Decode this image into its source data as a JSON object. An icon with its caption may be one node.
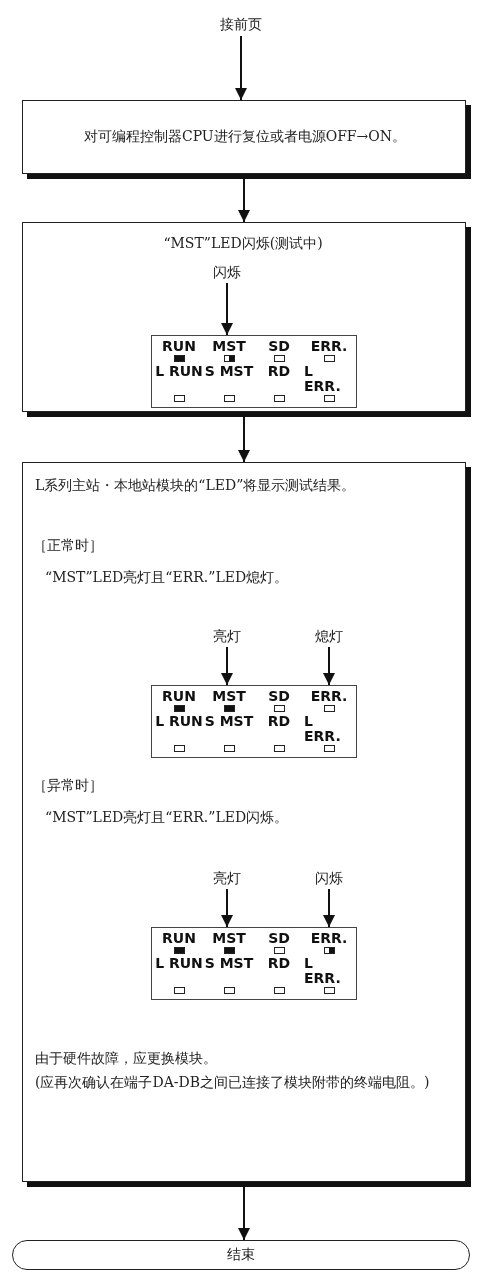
{
  "diagram": {
    "nodes": [
      {
        "text": [
          "接前页"
        ]
      },
      {
        "text": [
          "对可编程控制器CPU进行复位或者电源OFF→ON。"
        ]
      },
      {
        "text": [
          "“MST”LED闪烁(测试中)"
        ]
      },
      {
        "text": [
          "闪烁"
        ],
        "in": 2
      },
      {
        "text": [
          "RUN",
          "MST",
          "SD",
          "ERR.",
          "L RUN",
          "S MST",
          "RD",
          "L ERR."
        ],
        "in": 2
      },
      {
        "text": [
          "L系列主站・本地站模块的“LED”将显示测试结果。",
          "［正常时］",
          "“MST”LED亮灯且“ERR.”LED熄灯。",
          "［异常时］",
          "“MST”LED亮灯且“ERR.”LED闪烁。",
          "由于硬件故障，应更换模块。",
          "(应再次确认在端子DA-DB之间已连接了模块附带的终端电阻。)"
        ]
      },
      {
        "text": [
          "亮灯"
        ],
        "in": 5
      },
      {
        "text": [
          "熄灯"
        ],
        "in": 5
      },
      {
        "text": [
          "RUN",
          "MST",
          "SD",
          "ERR.",
          "L RUN",
          "S MST",
          "RD",
          "L ERR."
        ],
        "in": 5
      },
      {
        "text": [
          "亮灯"
        ],
        "in": 5
      },
      {
        "text": [
          "闪烁"
        ],
        "in": 5
      },
      {
        "text": [
          "RUN",
          "MST",
          "SD",
          "ERR.",
          "L RUN",
          "S MST",
          "RD",
          "L ERR."
        ],
        "in": 5
      },
      {
        "text": [
          "结束"
        ]
      }
    ],
    "edges": [
      {
        "from": 0,
        "to": 1,
        "arrow": "to"
      },
      {
        "from": 1,
        "to": 2,
        "arrow": "to"
      },
      {
        "from": 2,
        "to": 5,
        "arrow": "to"
      },
      {
        "from": 5,
        "to": 12,
        "arrow": "to"
      },
      {
        "from": 3,
        "to": 4,
        "arrow": "to"
      },
      {
        "from": 6,
        "to": 8,
        "arrow": "to"
      },
      {
        "from": 7,
        "to": 8,
        "arrow": "to"
      },
      {
        "from": 9,
        "to": 11,
        "arrow": "to"
      },
      {
        "from": 10,
        "to": 11,
        "arrow": "to"
      }
    ]
  }
}
